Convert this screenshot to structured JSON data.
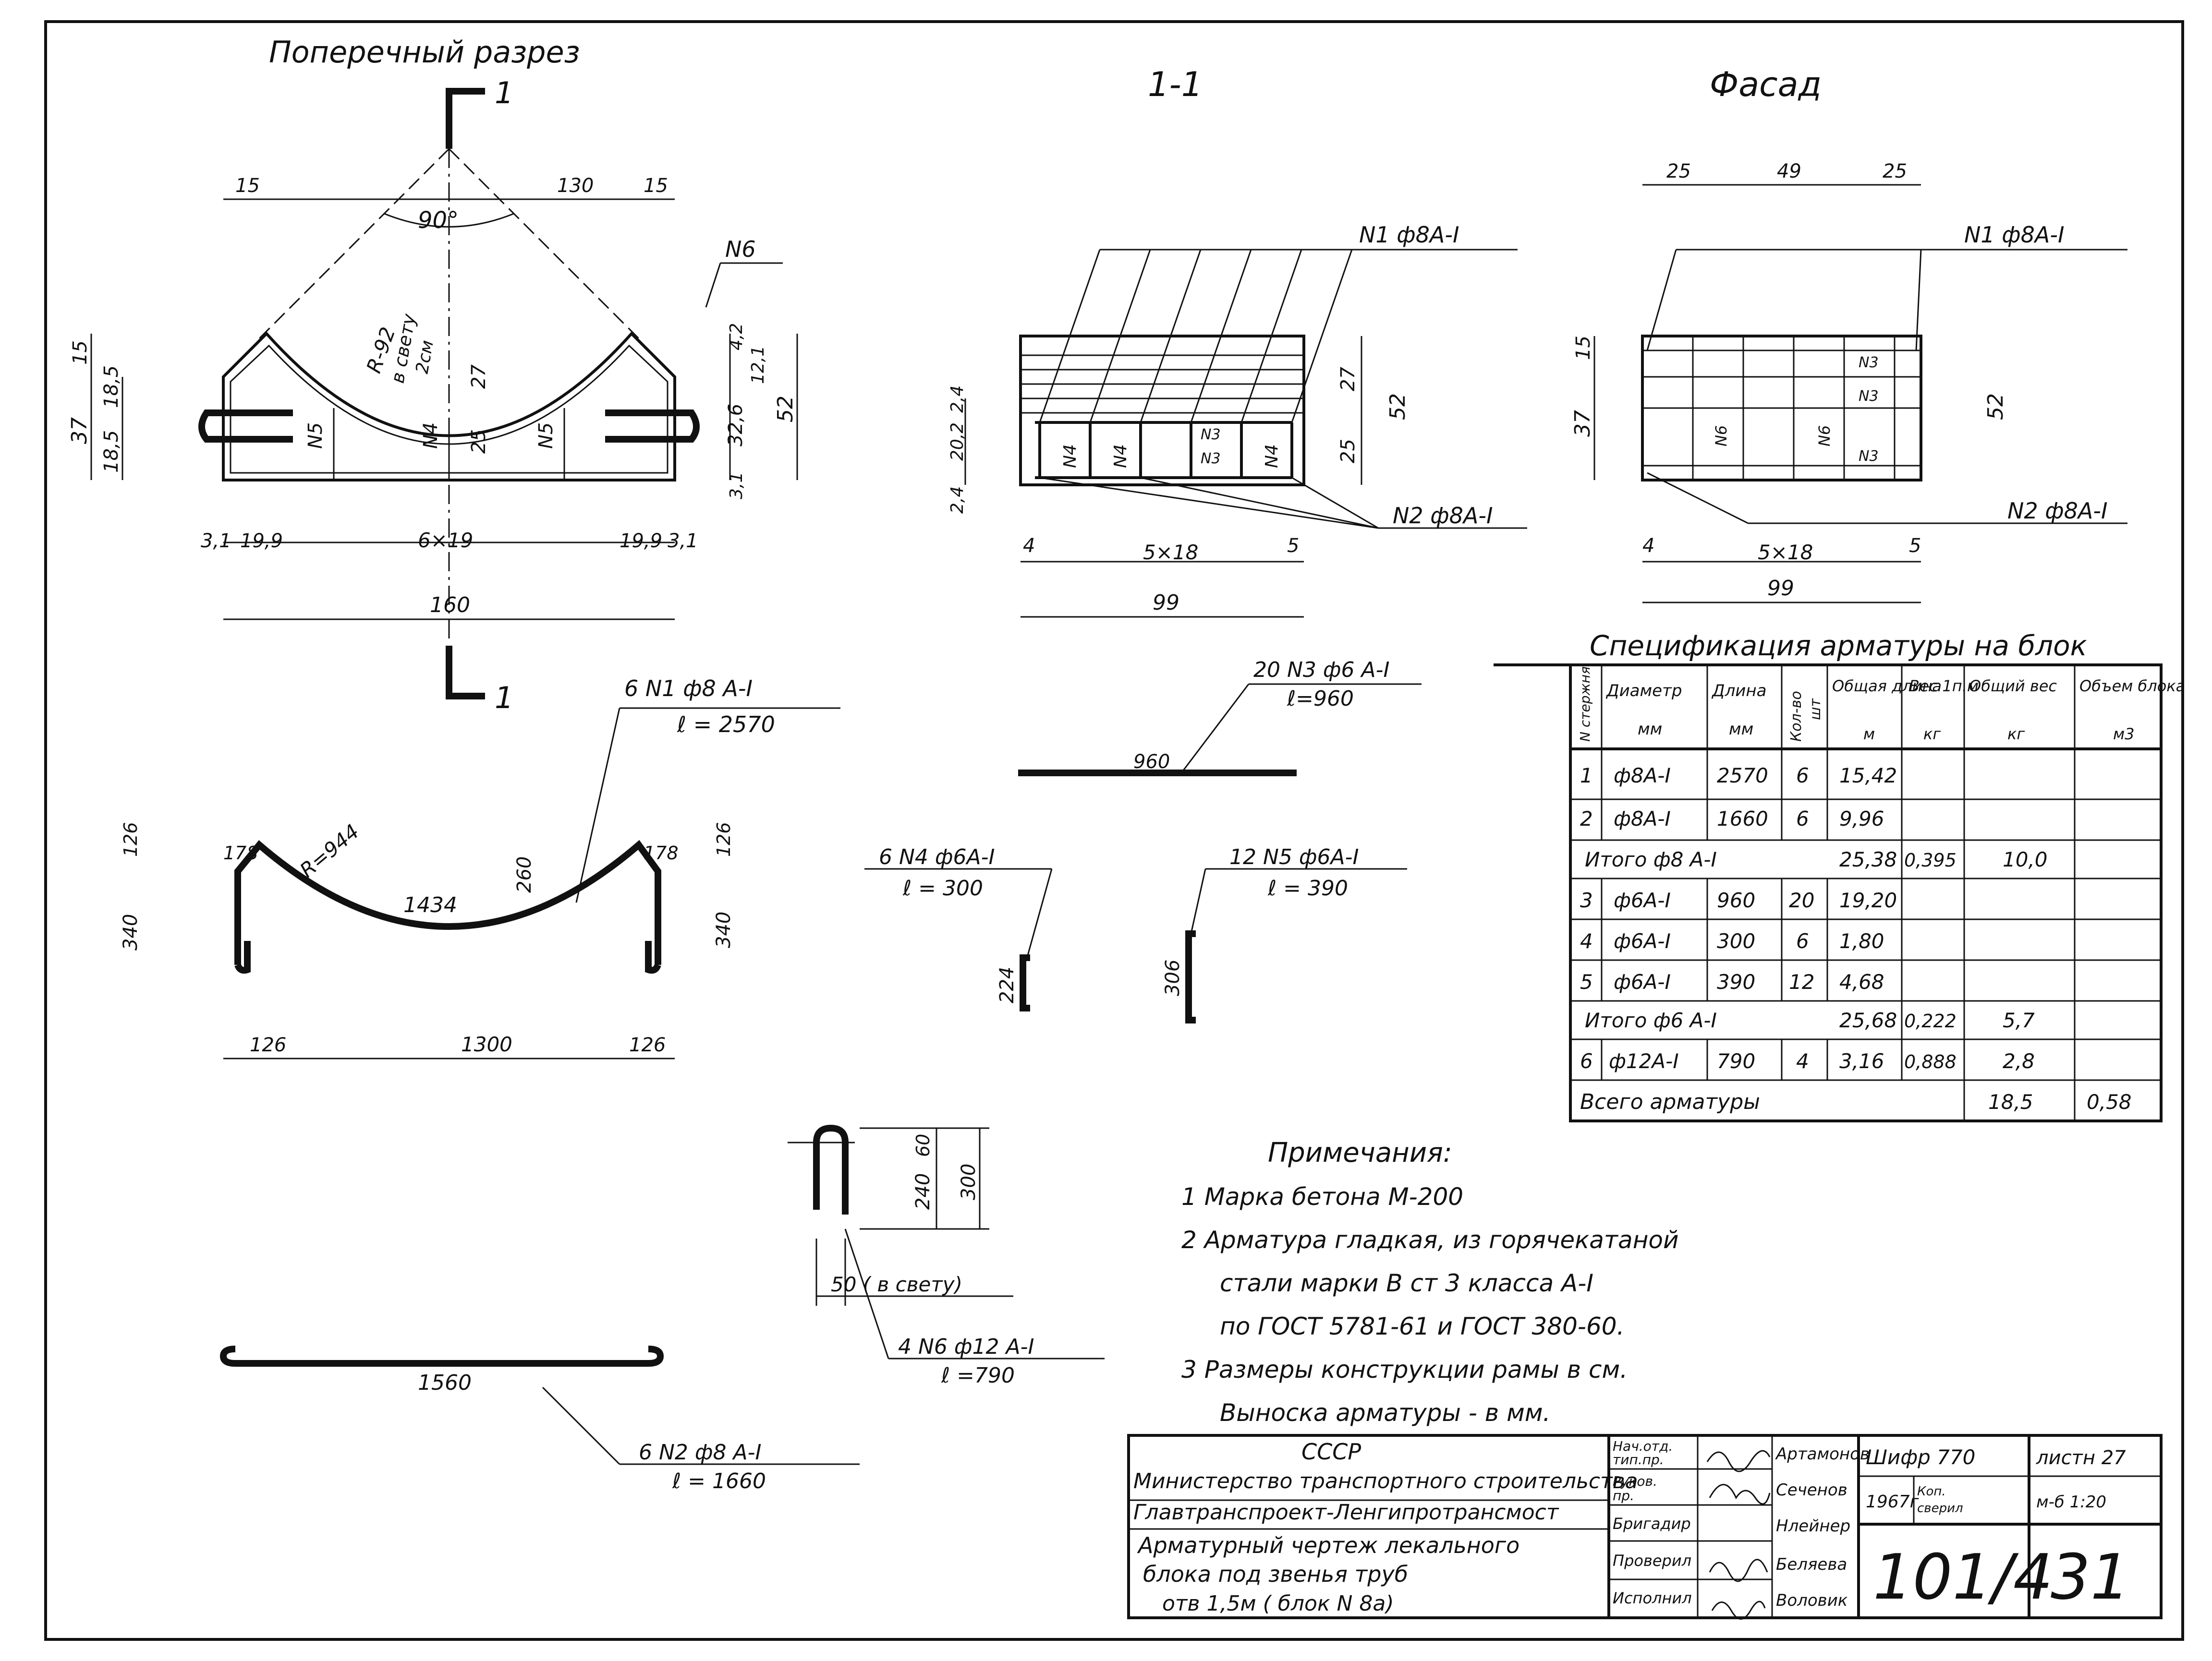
{
  "drawing": {
    "cross_section_title": "Поперечный  разрез",
    "section_title": "1-1",
    "facade_title": "Фасад",
    "section_mark": "1",
    "angle": "90°",
    "labels": {
      "n3": "N3",
      "n4": "N4",
      "n5": "N5",
      "n6": "N6"
    },
    "cross": {
      "radius": "R-92",
      "clear": "в свету",
      "cover": "2см"
    },
    "callouts": {
      "n1": "N1 ф8А-I",
      "n2": "N2 ф8А-I"
    },
    "dims": {
      "d15": "15",
      "d130": "130",
      "d37": "37",
      "d18_5": "18,5",
      "d4_2": "4,2",
      "d12_1": "12,1",
      "d32_6": "32,6",
      "d3_1": "3,1",
      "d52": "52",
      "d19_9": "19,9",
      "d6x19": "6×19",
      "d160": "160",
      "d27": "27",
      "d25": "25",
      "d2_4": "2,4",
      "d20_2": "20,2",
      "d4": "4",
      "d5": "5",
      "d5x18": "5×18",
      "d99": "99",
      "d49": "49"
    },
    "bars": {
      "n1": "6 N1 ф8 А-I",
      "n1_len": "ℓ = 2570",
      "n1_radius": "R=944",
      "n1_arc": "1434",
      "n1_sag": "260",
      "n1_178": "178",
      "n1_126": "126",
      "n1_340": "340",
      "n1_1300": "1300",
      "n3": "20 N3  ф6 А-I",
      "n3_len": "ℓ=960",
      "n3_dim": "960",
      "n4": "6 N4  ф6А-I",
      "n4_len": "ℓ = 300",
      "n4_dim": "224",
      "n5": "12 N5  ф6А-I",
      "n5_len": "ℓ = 390",
      "n5_dim": "306",
      "n6": "4 N6  ф12 А-I",
      "n6_len": "ℓ =790",
      "n6_60": "60",
      "n6_240": "240",
      "n6_300": "300",
      "n6_width": "50 ( в свету)",
      "n2": "6 N2  ф8  А-I",
      "n2_len": "ℓ = 1660",
      "n2_dim": "1560"
    }
  },
  "spec": {
    "title": "Спецификация  арматуры на блок",
    "headers": [
      "N стержня",
      "Диаметр",
      "Длина",
      "Кол-во",
      "Общая длина",
      "Вес 1п.м",
      "Общий вес",
      "Объем блока"
    ],
    "units": [
      "",
      "мм",
      "мм",
      "шт",
      "м",
      "кг",
      "кг",
      "м3"
    ],
    "rows": [
      {
        "no": "1",
        "diameter": "ф8А-I",
        "length": "2570",
        "count": "6",
        "total": "15,42"
      },
      {
        "no": "2",
        "diameter": "ф8А-I",
        "length": "1660",
        "count": "6",
        "total": "9,96"
      },
      {
        "no": "3",
        "diameter": "ф6А-I",
        "length": "960",
        "count": "20",
        "total": "19,20"
      },
      {
        "no": "4",
        "diameter": "ф6А-I",
        "length": "300",
        "count": "6",
        "total": "1,80"
      },
      {
        "no": "5",
        "diameter": "ф6А-I",
        "length": "390",
        "count": "12",
        "total": "4,68"
      },
      {
        "no": "6",
        "diameter": "ф12А-I",
        "length": "790",
        "count": "4",
        "total": "3,16",
        "unit_weight": "0,888",
        "weight": "2,8"
      }
    ],
    "subtotal_8": {
      "label": "Итого ф8 А-I",
      "total": "25,38",
      "unit_weight": "0,395",
      "weight": "10,0"
    },
    "subtotal_6": {
      "label": "Итого ф6 А-I",
      "total": "25,68",
      "unit_weight": "0,222",
      "weight": "5,7"
    },
    "grand_total": {
      "label": "Всего   арматуры",
      "weight": "18,5",
      "volume": "0,58"
    }
  },
  "notes": {
    "title": "Примечания:",
    "lines": [
      "1  Марка бетона  М-200",
      "2  Арматура гладкая, из горячекатаной",
      "стали марки   В ст 3  класса А-I",
      "по ГОСТ  5781-61 и ГОСТ 380-60.",
      "3  Размеры конструкции рамы в см.",
      "Выноска арматуры - в мм."
    ]
  },
  "title_block": {
    "country": "СССР",
    "ministry": "Министерство транспортного строительства",
    "institute": "Главтранспроект-Ленгипротрансмост",
    "description": [
      "Арматурный чертеж лекального",
      "блока под звенья труб",
      "отв 1,5м  ( блок N 8а)"
    ],
    "roles": [
      "Нач.отд.",
      "тип.пр.",
      "Руков.",
      "пр.",
      "Бригадир",
      "Проверил",
      "Исполнил"
    ],
    "names": [
      "Артамонов",
      "Сеченов",
      "Нлейнер",
      "Беляева",
      "Воловик"
    ],
    "code": "Шифр 770",
    "year": "1967г",
    "copy_check": [
      "Коп.",
      "сверил"
    ],
    "sheet": "листн 27",
    "scale": "м-б 1:20",
    "drawing_number": "101/4",
    "page_number": "31"
  }
}
